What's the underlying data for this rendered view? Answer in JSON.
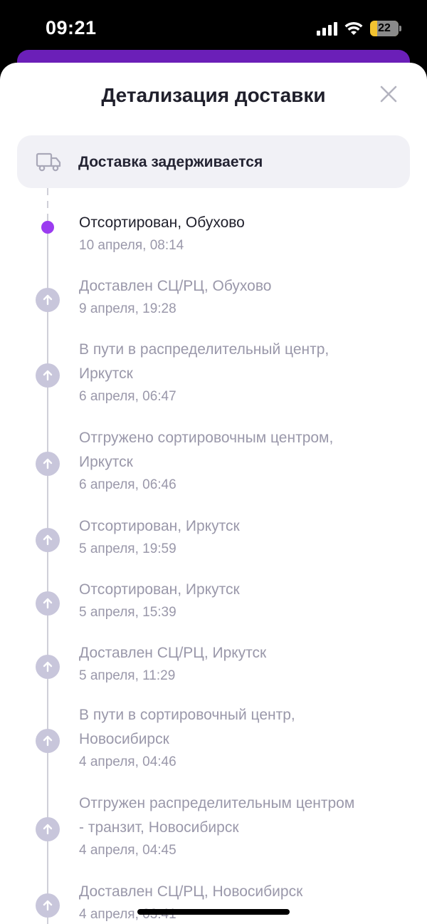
{
  "status_bar": {
    "time": "09:21",
    "battery": "22",
    "battery_color": "#f2c230"
  },
  "sheet": {
    "title": "Детализация доставки",
    "banner": {
      "icon": "truck-icon",
      "text": "Доставка задерживается"
    }
  },
  "colors": {
    "accent": "#9b3cf0",
    "muted_marker": "#c8c6db",
    "muted_text": "#9a98aa"
  },
  "events": [
    {
      "title_lines": [
        "Отсортирован, Обухово"
      ],
      "date": "10 апреля, 08:14",
      "current": true
    },
    {
      "title_lines": [
        "Доставлен СЦ/РЦ, Обухово"
      ],
      "date": "9 апреля, 19:28"
    },
    {
      "title_lines": [
        "В пути в распределительный центр,",
        "Иркутск"
      ],
      "date": "6 апреля, 06:47"
    },
    {
      "title_lines": [
        "Отгружено сортировочным центром,",
        "Иркутск"
      ],
      "date": "6 апреля, 06:46"
    },
    {
      "title_lines": [
        "Отсортирован, Иркутск"
      ],
      "date": "5 апреля, 19:59"
    },
    {
      "title_lines": [
        "Отсортирован, Иркутск"
      ],
      "date": "5 апреля, 15:39"
    },
    {
      "title_lines": [
        "Доставлен СЦ/РЦ, Иркутск"
      ],
      "date": "5 апреля, 11:29"
    },
    {
      "title_lines": [
        "В пути в сортировочный центр,",
        "Новосибирск"
      ],
      "date": "4 апреля, 04:46"
    },
    {
      "title_lines": [
        "Отгружен распределительным центром",
        "- транзит, Новосибирск"
      ],
      "date": "4 апреля, 04:45"
    },
    {
      "title_lines": [
        "Доставлен СЦ/РЦ, Новосибирск"
      ],
      "date": "4 апреля, 03:41"
    }
  ]
}
